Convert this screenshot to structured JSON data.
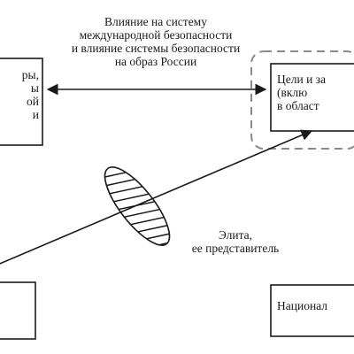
{
  "diagram": {
    "top_label": "Влияние на систему\nмеждународной безопасности\nи влияние системы безопасности\nна образ России",
    "left_box_text": "ры,\nы\nой\nи",
    "right_box_text": "Цели и за\n(вклю\nв област",
    "elite_label": "Элита,\nее представитель",
    "bottom_right_text": "Национал",
    "colors": {
      "line": "#1a1a1a",
      "dashed_frame": "#8a8a8a",
      "text": "#1a1a1a"
    }
  }
}
